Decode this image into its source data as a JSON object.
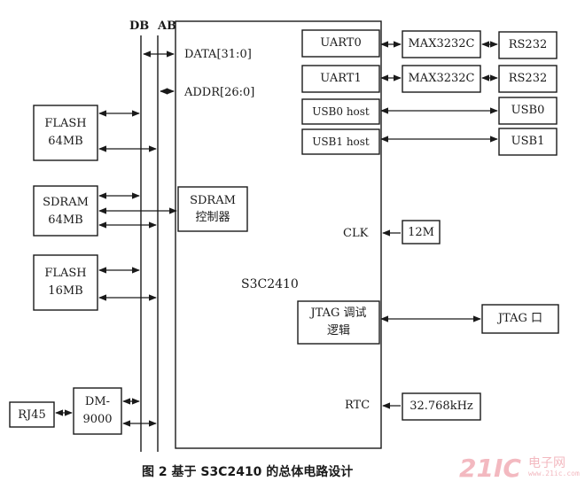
{
  "bus_labels": {
    "db": "DB",
    "ab": "AB"
  },
  "cpu": {
    "name": "S3C2410",
    "data_bus": "DATA[31:0]",
    "addr_bus": "ADDR[26:0]",
    "sdram_ctrl_line1": "SDRAM",
    "sdram_ctrl_line2": "控制器",
    "uart0": "UART0",
    "uart1": "UART1",
    "usb0_host": "USB0  host",
    "usb1_host": "USB1  host",
    "clk": "CLK",
    "jtag_line1": "JTAG 调试",
    "jtag_line2": "逻辑",
    "rtc": "RTC"
  },
  "memory": {
    "flash1_line1": "FLASH",
    "flash1_line2": "64MB",
    "sdram_line1": "SDRAM",
    "sdram_line2": "64MB",
    "flash2_line1": "FLASH",
    "flash2_line2": "16MB"
  },
  "network": {
    "rj45": "RJ45",
    "dm_line1": "DM-",
    "dm_line2": "9000"
  },
  "peripherals": {
    "max0": "MAX3232C",
    "max1": "MAX3232C",
    "rs232_0": "RS232",
    "rs232_1": "RS232",
    "usb0": "USB0",
    "usb1": "USB1",
    "crystal_12m": "12M",
    "jtag_port": "JTAG 口",
    "crystal_rtc": "32.768kHz"
  },
  "caption": "图 2   基于 S3C2410 的总体电路设计",
  "watermark": {
    "big": "21IC",
    "small": "电子网",
    "url": "www.21ic.com"
  }
}
